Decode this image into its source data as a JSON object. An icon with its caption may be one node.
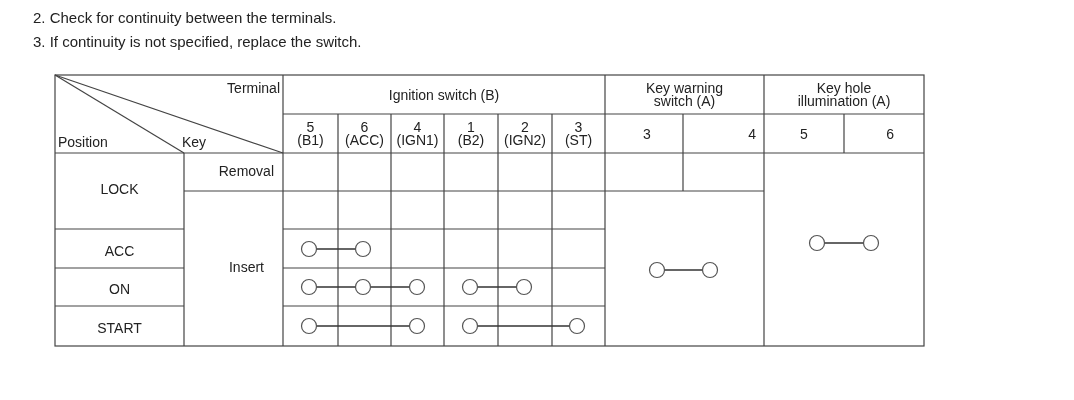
{
  "diagram": {
    "nodes": [
      {
        "text": [],
        "shape": "circle"
      },
      {
        "text": [],
        "shape": "circle"
      },
      {
        "text": [],
        "shape": "circle"
      },
      {
        "text": [],
        "shape": "circle"
      },
      {
        "text": [],
        "shape": "circle"
      },
      {
        "text": [],
        "shape": "circle"
      },
      {
        "text": [],
        "shape": "circle"
      },
      {
        "text": [],
        "shape": "circle"
      },
      {
        "text": [],
        "shape": "circle"
      },
      {
        "text": [],
        "shape": "circle"
      },
      {
        "text": [],
        "shape": "circle"
      },
      {
        "text": [],
        "shape": "circle"
      },
      {
        "text": [],
        "shape": "circle"
      },
      {
        "text": [],
        "shape": "circle"
      },
      {
        "text": [],
        "shape": "circle"
      }
    ],
    "edges": [
      {
        "from": 0,
        "to": 1,
        "arrow": "none"
      },
      {
        "from": 2,
        "to": 3,
        "arrow": "none"
      },
      {
        "from": 4,
        "to": 5,
        "arrow": "none"
      },
      {
        "from": 6,
        "to": 7,
        "arrow": "none"
      },
      {
        "from": 7,
        "to": 8,
        "arrow": "none"
      },
      {
        "from": 9,
        "to": 10,
        "arrow": "none"
      },
      {
        "from": 11,
        "to": 12,
        "arrow": "none"
      },
      {
        "from": 13,
        "to": 14,
        "arrow": "none"
      }
    ],
    "labels": [
      "2. Check for continuity between the terminals.",
      "3. If continuity is not specified, replace the switch.",
      "Terminal",
      "Ignition switch (B)",
      "Key warning switch (A)",
      "Key hole illumination (A)",
      "Position",
      "Key",
      "5 (B1)",
      "6 (ACC)",
      "4 (IGN1)",
      "1 (B2)",
      "2 (IGN2)",
      "3 (ST)",
      "3",
      "4",
      "5",
      "6",
      "Removal",
      "LOCK",
      "ACC",
      "Insert",
      "ON",
      "START"
    ]
  }
}
